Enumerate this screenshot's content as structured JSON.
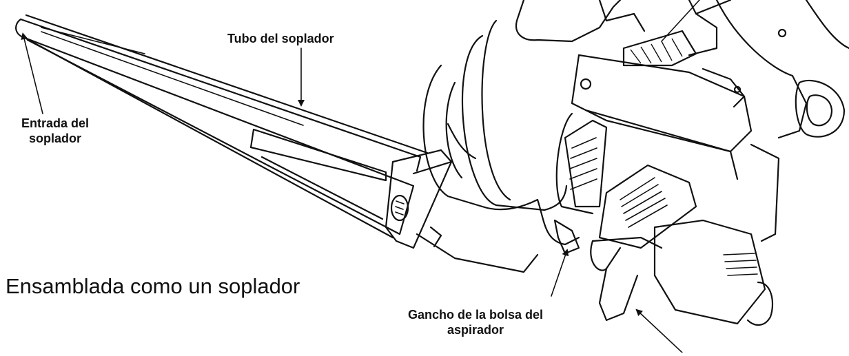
{
  "labels": {
    "blower_tube": "Tubo del soplador",
    "blower_inlet_line1": "Entrada del",
    "blower_inlet_line2": "soplador",
    "vacuum_bag_hook_line1": "Gancho de la bolsa del",
    "vacuum_bag_hook_line2": "aspirador"
  },
  "title": "Ensamblada como un soplador"
}
